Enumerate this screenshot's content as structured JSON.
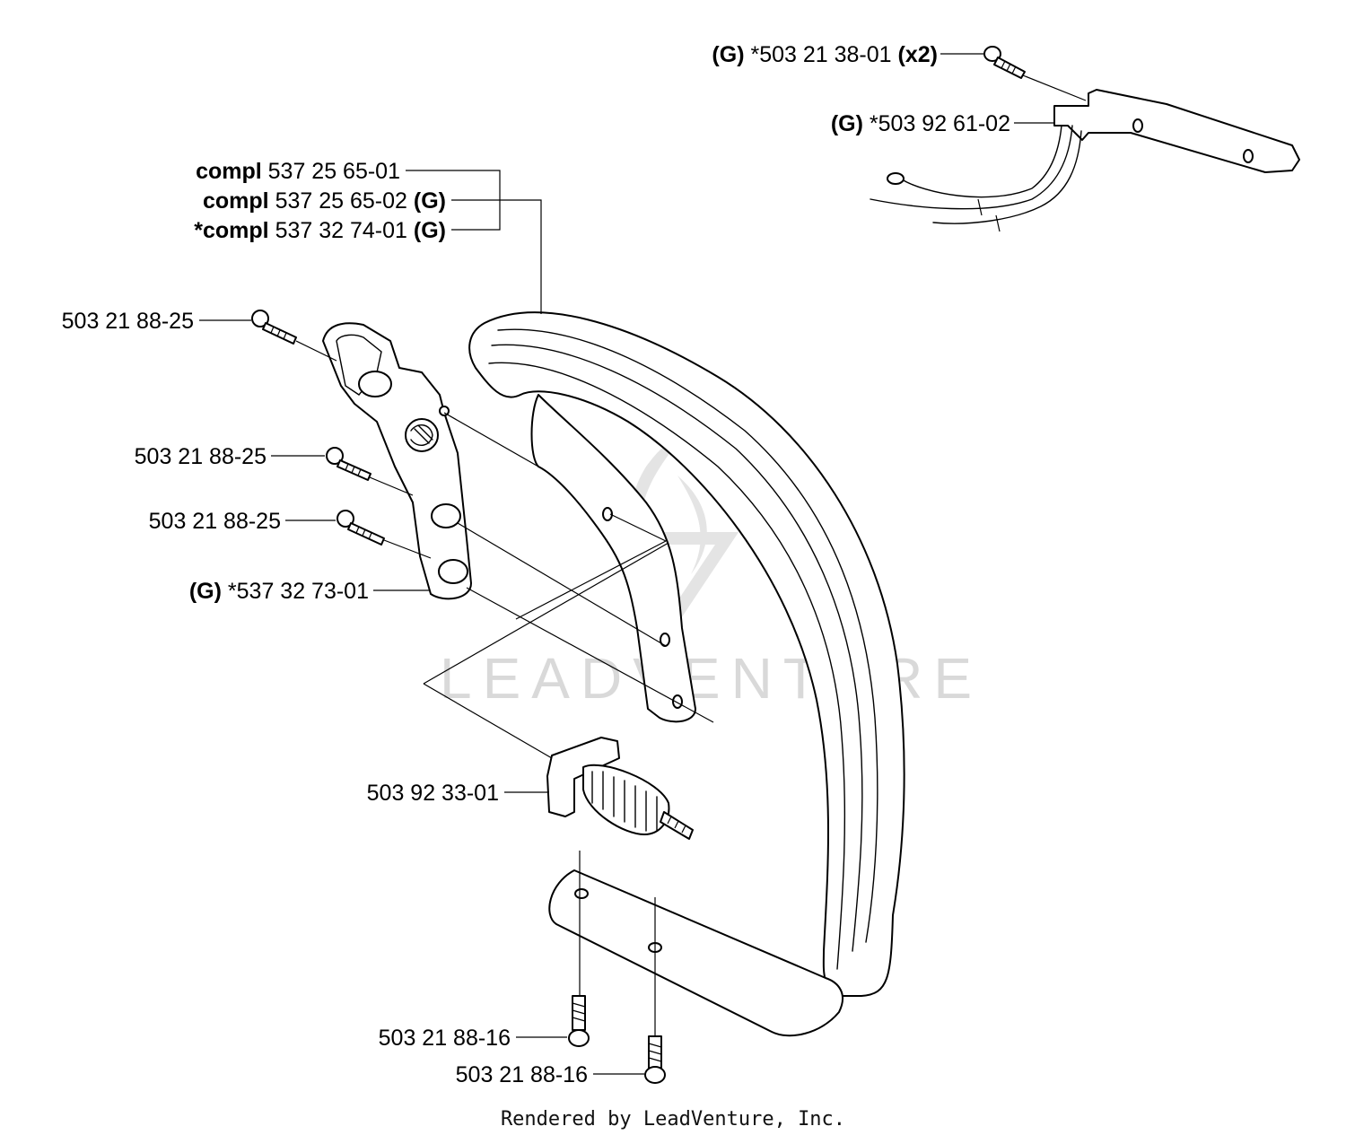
{
  "watermark": {
    "text": "LEADVENTURE"
  },
  "footer": {
    "text": "Rendered by LeadVenture, Inc."
  },
  "labels": {
    "g_503213801": {
      "prefix": "(G)",
      "number": "*503 21 38-01",
      "suffix": "(x2)"
    },
    "g_503926102": {
      "prefix": "(G)",
      "number": "*503 92 61-02"
    },
    "compl_1": {
      "prefix": "compl",
      "number": "537 25 65-01"
    },
    "compl_2": {
      "prefix": "compl",
      "number": "537 25 65-02",
      "suffix": "(G)"
    },
    "compl_3": {
      "prefix": "*compl",
      "number": "537 32 74-01",
      "suffix": "(G)"
    },
    "screw_a": {
      "number": "503 21 88-25"
    },
    "screw_b": {
      "number": "503 21 88-25"
    },
    "screw_c": {
      "number": "503 21 88-25"
    },
    "g_537327301": {
      "prefix": "(G)",
      "number": "*537 32 73-01"
    },
    "spring": {
      "number": "503 92 33-01"
    },
    "bolt_a": {
      "number": "503 21 88-16"
    },
    "bolt_b": {
      "number": "503 21 88-16"
    }
  }
}
